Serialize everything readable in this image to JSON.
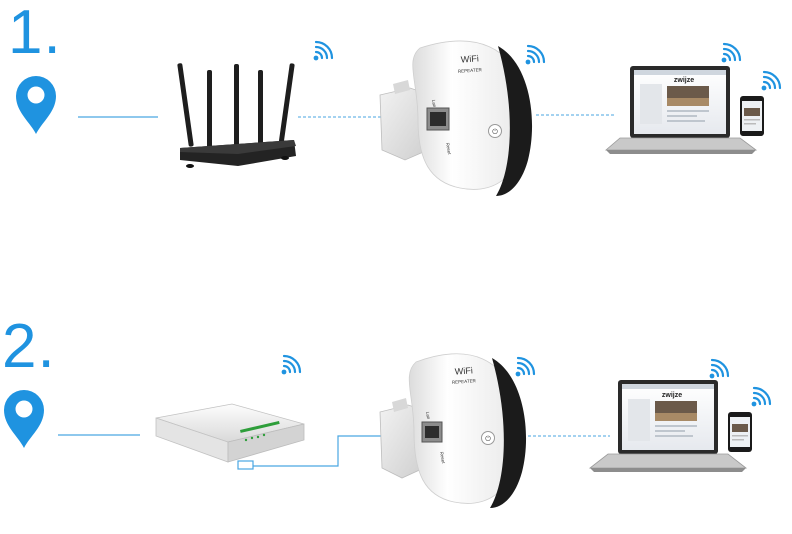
{
  "steps": [
    {
      "number": "1."
    },
    {
      "number": "2."
    }
  ],
  "repeater": {
    "brand_text": "WiFi",
    "model_text": "REPEATER",
    "port_label": "Lan",
    "reset_label": "Reset"
  },
  "screen": {
    "site_logo": "zwijze"
  },
  "colors": {
    "accent_blue": "#1f93e0",
    "line_blue": "#4aa6e2",
    "router_black": "#1e1e1e",
    "repeater_white": "#f4f4f4"
  },
  "icons": [
    "location-pin-icon",
    "wifi-signal-icon"
  ]
}
